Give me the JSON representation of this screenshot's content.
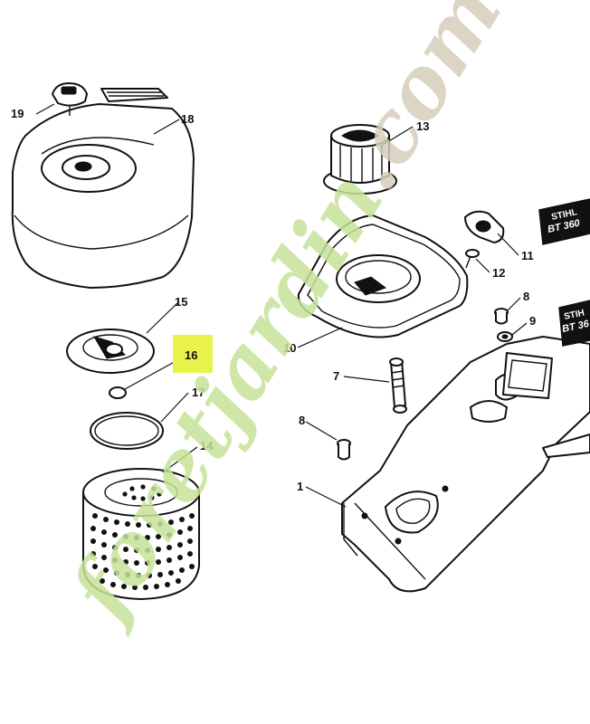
{
  "labels": {
    "p1": "1",
    "p7": "7",
    "p8a": "8",
    "p8b": "8",
    "p9": "9",
    "p10": "10",
    "p11": "11",
    "p12": "12",
    "p13": "13",
    "p14": "14",
    "p15": "15",
    "p16": "16",
    "p17": "17",
    "p18": "18",
    "p19": "19"
  },
  "decals": {
    "brand": "STIHL",
    "model": "BT 360",
    "brand_partial": "STIH",
    "model_partial": "BT 36"
  },
  "highlight": {
    "part": "16",
    "color": "#e8f24a"
  },
  "watermark": {
    "text": "foretjardin.com",
    "colors": {
      "green": "#c6e39a",
      "tan": "#d6cdbb"
    }
  }
}
